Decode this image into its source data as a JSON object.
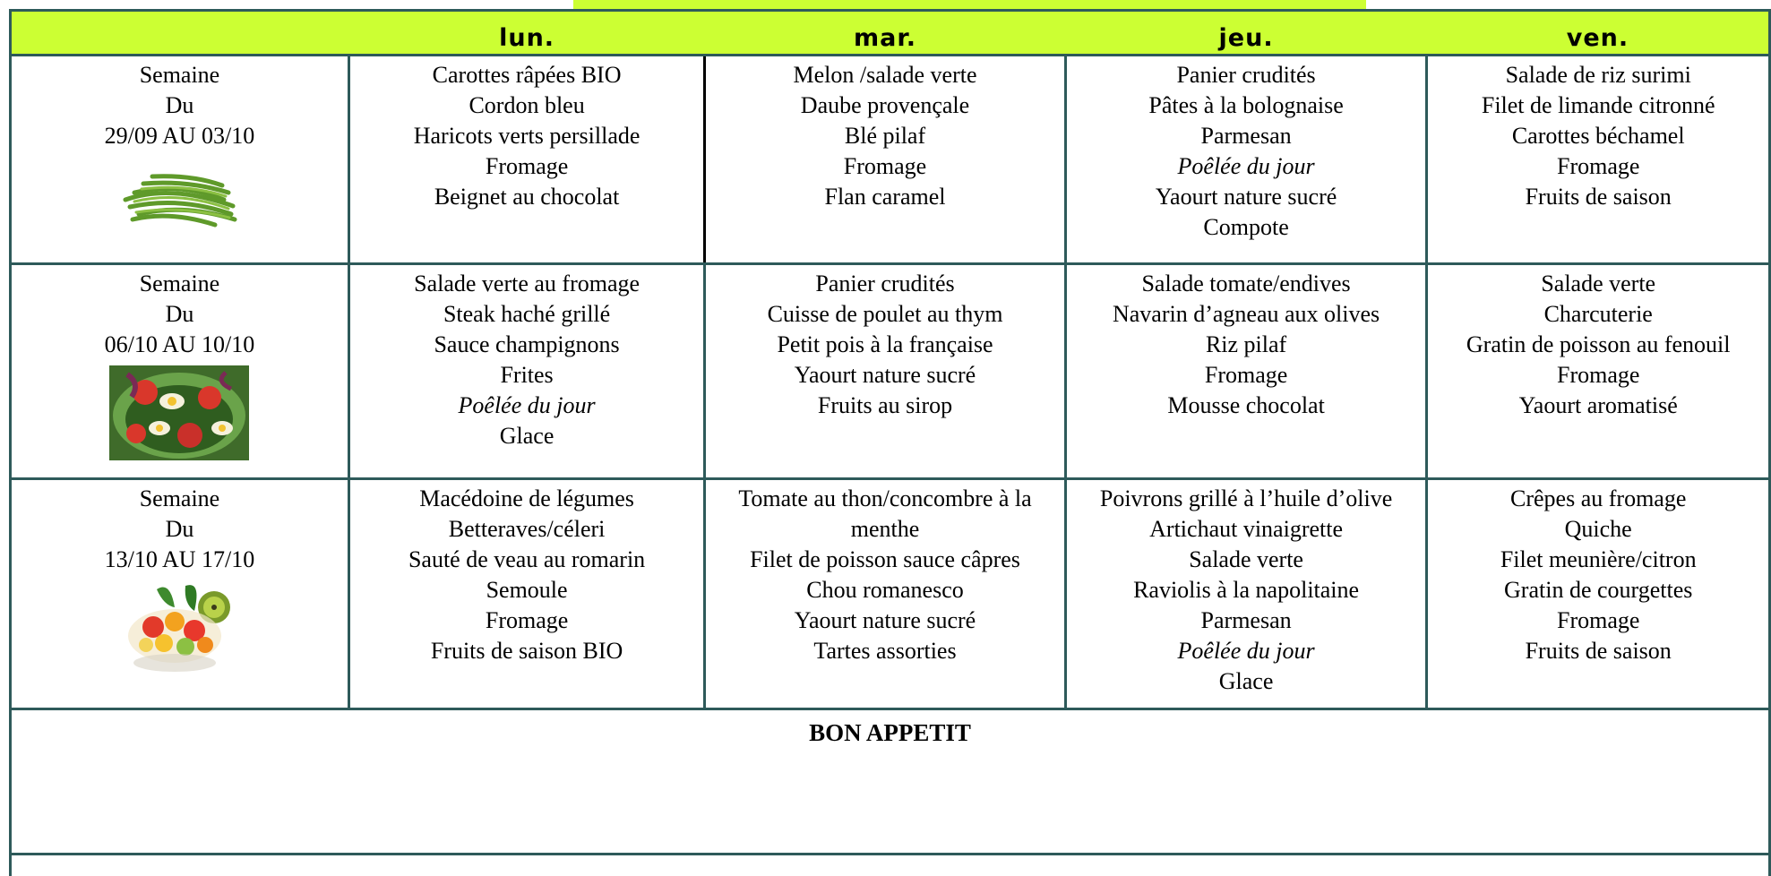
{
  "days": [
    "lun.",
    "mar.",
    "jeu.",
    "ven."
  ],
  "weeks": [
    {
      "label": [
        "Semaine",
        "Du",
        "29/09 AU 03/10"
      ],
      "image": "green-beans-image",
      "menus": [
        [
          "Carottes râpées BIO",
          "Cordon bleu",
          "Haricots verts persillade",
          "Fromage",
          "Beignet au chocolat"
        ],
        [
          "Melon /salade verte",
          "Daube provençale",
          "Blé pilaf",
          "Fromage",
          "Flan caramel"
        ],
        [
          "Panier crudités",
          "Pâtes à la bolognaise",
          "Parmesan",
          "Poêlée du jour",
          "Yaourt nature sucré",
          "Compote"
        ],
        [
          "Salade de riz surimi",
          "Filet de limande citronné",
          "Carottes béchamel",
          "Fromage",
          "Fruits de saison"
        ]
      ]
    },
    {
      "label": [
        "Semaine",
        "Du",
        "06/10 AU 10/10"
      ],
      "image": "salad-image",
      "menus": [
        [
          "Salade verte au fromage",
          "Steak haché grillé",
          "Sauce champignons",
          "Frites",
          "Poêlée du jour",
          "Glace"
        ],
        [
          "Panier crudités",
          "Cuisse de poulet au thym",
          "Petit pois à la française",
          "Yaourt nature sucré",
          "Fruits au sirop"
        ],
        [
          "Salade tomate/endives",
          "Navarin d’agneau aux olives",
          "Riz pilaf",
          "Fromage",
          "Mousse chocolat"
        ],
        [
          "Salade verte",
          "Charcuterie",
          "Gratin de poisson au fenouil",
          "Fromage",
          "Yaourt aromatisé"
        ]
      ]
    },
    {
      "label": [
        "Semaine",
        "Du",
        "13/10 AU 17/10"
      ],
      "image": "fruit-salad-image",
      "menus": [
        [
          "Macédoine de légumes",
          "Betteraves/céleri",
          "Sauté de veau au romarin",
          "Semoule",
          "Fromage",
          "Fruits de saison BIO"
        ],
        [
          "Tomate au thon/concombre à la menthe",
          "Filet de poisson sauce câpres",
          "Chou romanesco",
          "Yaourt nature sucré",
          "Tartes assorties"
        ],
        [
          "Poivrons grillé à l’huile d’olive",
          "Artichaut vinaigrette",
          "Salade verte",
          "Raviolis à la napolitaine",
          "Parmesan",
          "Poêlée du jour",
          "Glace"
        ],
        [
          "Crêpes au fromage",
          "Quiche",
          "Filet meunière/citron",
          "Gratin de courgettes",
          "Fromage",
          "Fruits de saison"
        ]
      ]
    }
  ],
  "italic_items": [
    "Poêlée du jour"
  ],
  "footer": "BON APPETIT",
  "colors": {
    "header_bg": "#ccff33",
    "border": "#2e5a5a"
  }
}
